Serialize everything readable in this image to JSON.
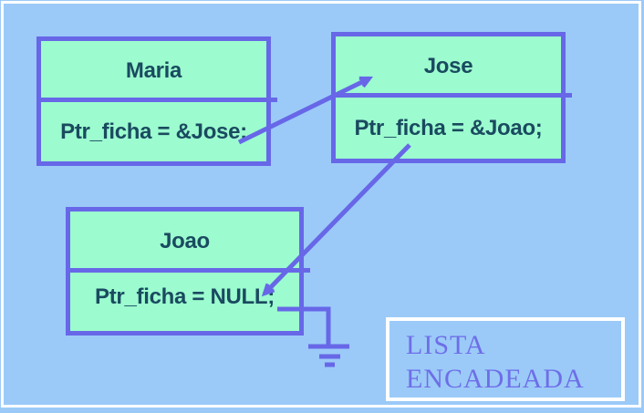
{
  "colors": {
    "bg": "#9BCAF8",
    "mint": "#9CFCCF",
    "line": "#6767E8",
    "ink": "#1A4A60",
    "caption": "#6E6EE8",
    "frame": "#FFFFFF"
  },
  "nodes": {
    "maria": {
      "title": "Maria",
      "pointer": "Ptr_ficha = &Jose;"
    },
    "jose": {
      "title": "Jose",
      "pointer": "Ptr_ficha = &Joao;"
    },
    "joao": {
      "title": "Joao",
      "pointer": "Ptr_ficha = NULL;"
    }
  },
  "caption": {
    "line1": "LISTA",
    "line2": "ENCADEADA"
  },
  "icons": {
    "null_ground": "electrical-ground-icon"
  }
}
